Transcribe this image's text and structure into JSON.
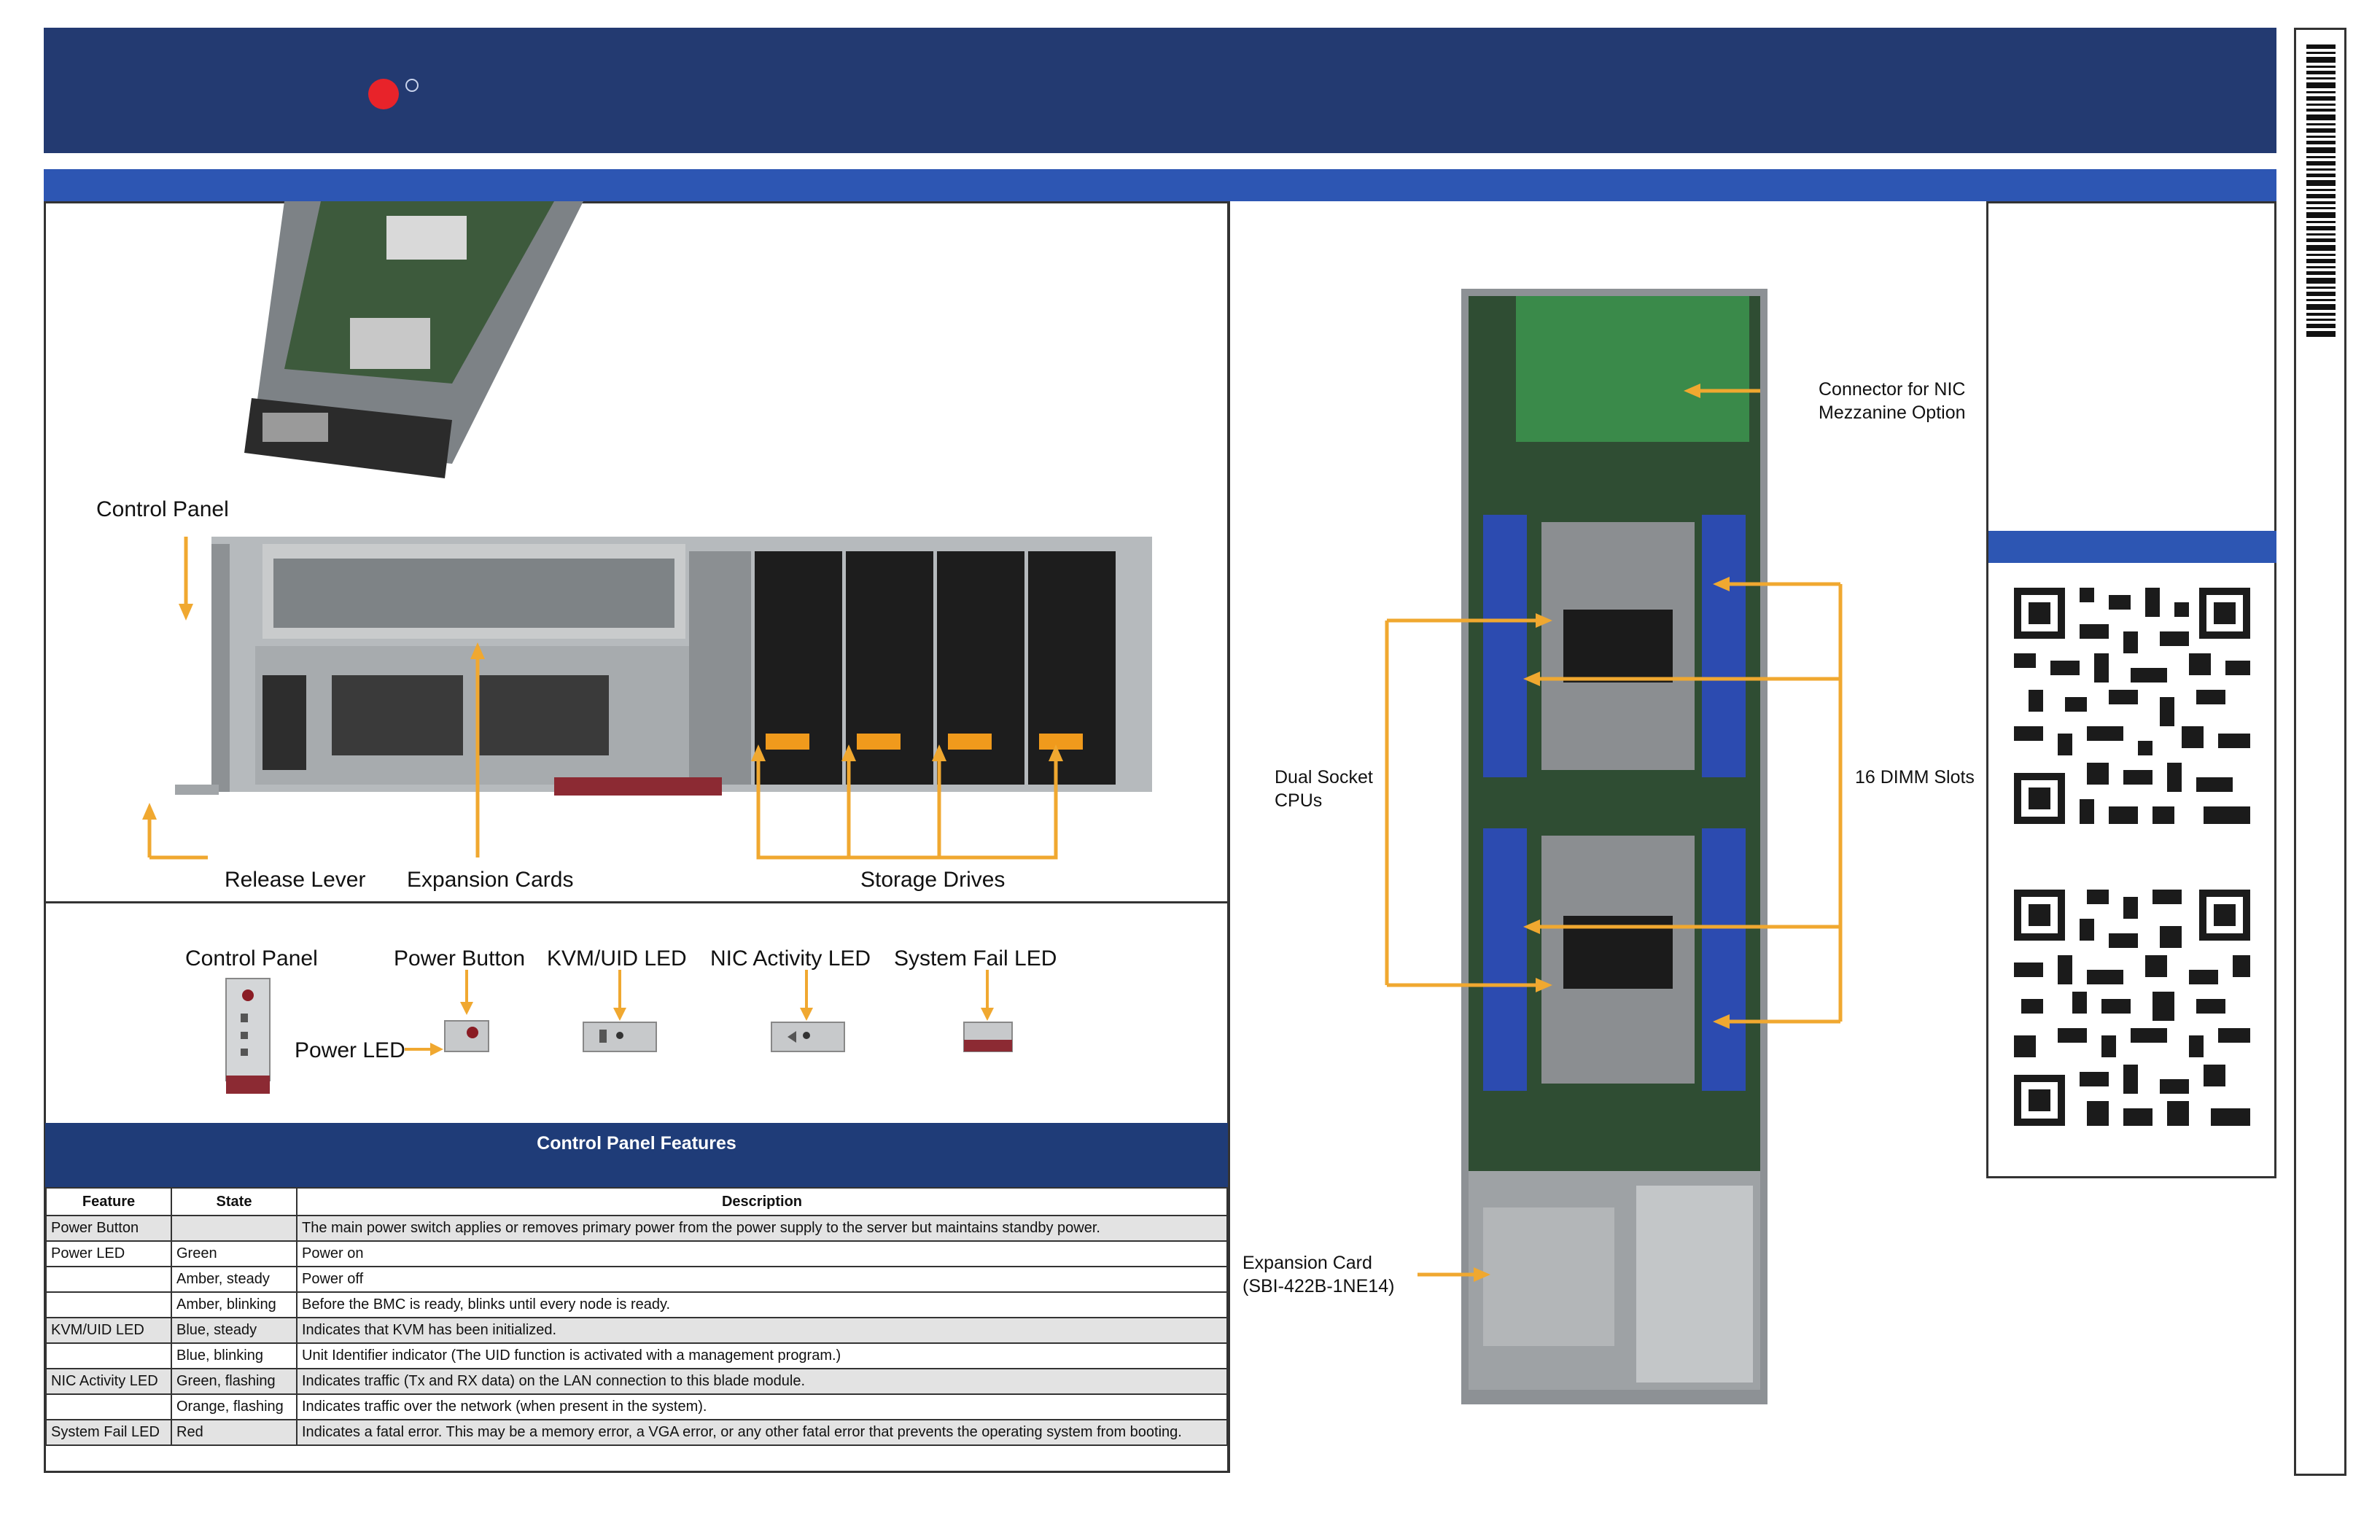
{
  "callouts": {
    "control_panel": "Control Panel",
    "release_lever": "Release Lever",
    "expansion_cards": "Expansion Cards",
    "storage_drives": "Storage Drives",
    "nic_connector_line1": "Connector for NIC",
    "nic_connector_line2": "Mezzanine Option",
    "dual_socket_line1": "Dual Socket",
    "dual_socket_line2": "CPUs",
    "dimm_slots": "16 DIMM Slots",
    "expansion_card_line1": "Expansion Card",
    "expansion_card_line2": "(SBI-422B-1NE14)"
  },
  "panel_labels": {
    "control_panel": "Control Panel",
    "power_button": "Power Button",
    "kvm_uid_led": "KVM/UID LED",
    "nic_activity_led": "NIC Activity LED",
    "system_fail_led": "System Fail LED",
    "power_led": "Power LED"
  },
  "table": {
    "title": "Control Panel Features",
    "headers": [
      "Feature",
      "State",
      "Description"
    ],
    "rows": [
      {
        "feature": "Power Button",
        "state": "",
        "description": "The main power switch applies or removes primary power from the power supply to the server but maintains standby power.",
        "shade": true
      },
      {
        "feature": "Power LED",
        "state": "Green",
        "description": "Power on",
        "shade": false
      },
      {
        "feature": "",
        "state": "Amber, steady",
        "description": "Power off",
        "shade": false
      },
      {
        "feature": "",
        "state": "Amber, blinking",
        "description": "Before the BMC is ready, blinks until every node is ready.",
        "shade": false
      },
      {
        "feature": "KVM/UID LED",
        "state": "Blue, steady",
        "description": "Indicates that KVM has been initialized.",
        "shade": true
      },
      {
        "feature": "",
        "state": "Blue, blinking",
        "description": "Unit Identifier indicator (The UID function is activated with a management program.)",
        "shade": false
      },
      {
        "feature": "NIC Activity LED",
        "state": "Green, flashing",
        "description": "Indicates traffic (Tx and RX data) on the LAN connection to this blade module.",
        "shade": true
      },
      {
        "feature": "",
        "state": "Orange, flashing",
        "description": "Indicates traffic over the network (when present in the system).",
        "shade": false
      },
      {
        "feature": "System Fail LED",
        "state": "Red",
        "description": "Indicates a fatal error. This may be a memory error, a VGA error, or any other fatal error that prevents the operating system from booting.",
        "shade": true
      }
    ]
  },
  "colors": {
    "navy": "#233a71",
    "blue_bar": "#2d56b3",
    "table_header": "#1f3c78",
    "callout_arrow": "#f0a830",
    "logo_red": "#e8232a",
    "row_shade": "#e3e3e3"
  }
}
